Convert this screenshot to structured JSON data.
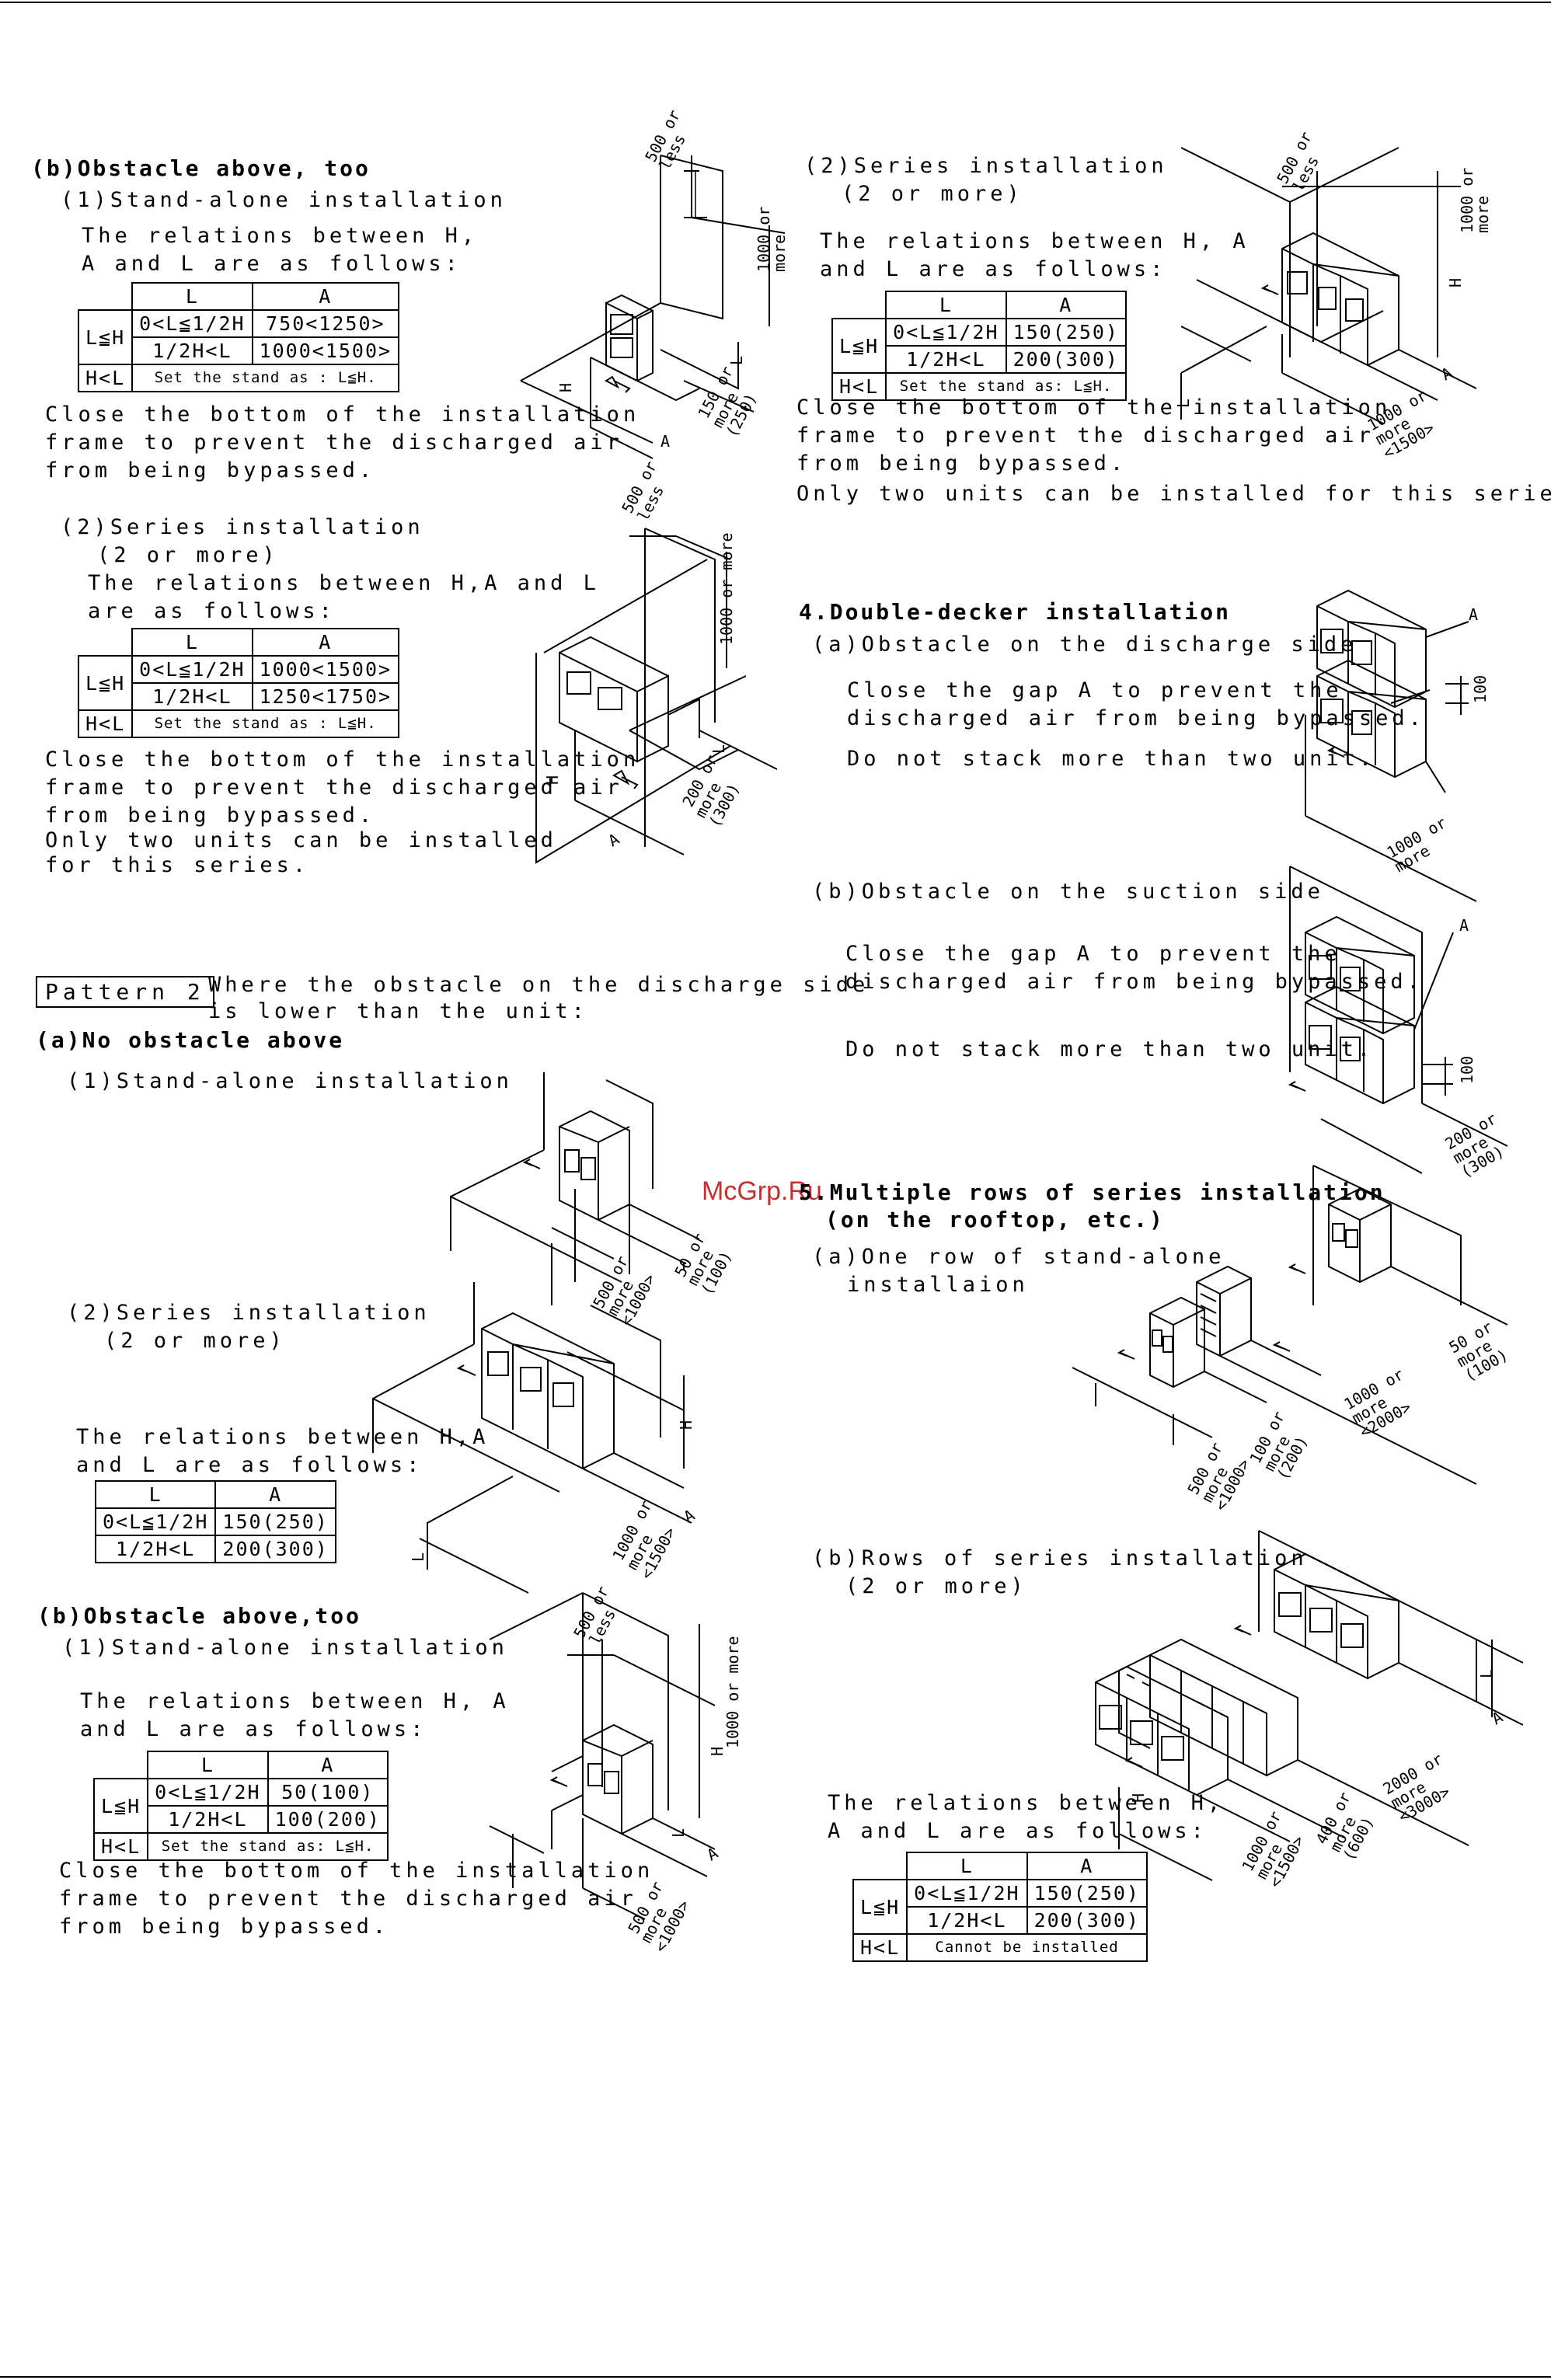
{
  "left": {
    "b1": {
      "heading": "(b)Obstacle above, too",
      "sub1": "(1)Stand-alone installation",
      "rel": [
        "The relations between H,",
        "A and L are as follows:"
      ],
      "table": {
        "h_l": "L",
        "h_a": "A",
        "row_label": "L≦H",
        "r1_l": "0<L≦1/2H",
        "r1_a": "750<1250>",
        "r2_l": "1/2H<L",
        "r2_a": "1000<1500>",
        "r3_label": "H<L",
        "r3_text": "Set the stand as : L≦H."
      },
      "close": [
        "Close the bottom of the installation",
        "frame to prevent the discharged air",
        "from being bypassed."
      ],
      "fig": {
        "lbl1": "500 or",
        "lbl2": "less",
        "lbl3": "1000 or",
        "lbl4": "more",
        "lbl5": "150 or",
        "lbl6": "more",
        "lbl7": "(250)",
        "a": "A",
        "h": "H",
        "l": "L"
      }
    },
    "b2": {
      "sub": "(2)Series installation",
      "sub2": "(2 or more)",
      "rel": [
        "The relations between H,A and L",
        "are as follows:"
      ],
      "table": {
        "h_l": "L",
        "h_a": "A",
        "row_label": "L≦H",
        "r1_l": "0<L≦1/2H",
        "r1_a": "1000<1500>",
        "r2_l": "1/2H<L",
        "r2_a": "1250<1750>",
        "r3_label": "H<L",
        "r3_text": "Set the stand as : L≦H."
      },
      "close": [
        "Close the bottom of the installation",
        "frame to prevent the discharged air",
        "from being bypassed.",
        "Only two units can be installed",
        "for this series."
      ],
      "fig": {
        "lbl1": "500 or",
        "lbl2": "less",
        "lbl3": "1000 or more",
        "lbl5": "200 or",
        "lbl6": "more",
        "lbl7": "(300)",
        "a": "A",
        "h": "H",
        "l": "L"
      }
    },
    "p2": {
      "box": "Pattern 2",
      "desc1": "Where the obstacle on the discharge side",
      "desc2": "is lower than the unit:",
      "heading": "(a)No obstacle above",
      "sub1": "(1)Stand-alone installation",
      "fig1": {
        "a1": "500 or",
        "a2": "more",
        "a3": "<1000>",
        "b1": "50 or",
        "b2": "more",
        "b3": "(100)"
      },
      "sub2": "(2)Series installation",
      "sub2b": "(2 or more)",
      "rel": [
        "The relations between H,A",
        "and L are as follows:"
      ],
      "table": {
        "h_l": "L",
        "h_a": "A",
        "r1_l": "0<L≦1/2H",
        "r1_a": "150(250)",
        "r2_l": "1/2H<L",
        "r2_a": "200(300)"
      },
      "fig2": {
        "a1": "1000 or",
        "a2": "more",
        "a3": "<1500>",
        "h": "H",
        "a": "A",
        "l": "L"
      }
    },
    "b3": {
      "heading": "(b)Obstacle above,too",
      "sub1": "(1)Stand-alone installation",
      "rel": [
        "The  relations between H, A",
        "and L are as follows:"
      ],
      "table": {
        "h_l": "L",
        "h_a": "A",
        "row_label": "L≦H",
        "r1_l": "0<L≦1/2H",
        "r1_a": "50(100)",
        "r2_l": "1/2H<L",
        "r2_a": "100(200)",
        "r3_label": "H<L",
        "r3_text": "Set the stand as: L≦H."
      },
      "close": [
        "Close the bottom of the installation",
        "frame to prevent the discharged air",
        "from being bypassed."
      ],
      "fig": {
        "lbl1": "500 or",
        "lbl2": "less",
        "lbl3": "1000 or more",
        "lbl5": "500 or",
        "lbl6": "more",
        "lbl7": "<1000>",
        "a": "A",
        "h": "H",
        "l": "L"
      }
    }
  },
  "right": {
    "s2": {
      "sub": "(2)Series installation",
      "sub2": "(2 or more)",
      "rel": [
        "The relations between H, A",
        "and L are as follows:"
      ],
      "table": {
        "h_l": "L",
        "h_a": "A",
        "row_label": "L≦H",
        "r1_l": "0<L≦1/2H",
        "r1_a": "150(250)",
        "r2_l": "1/2H<L",
        "r2_a": "200(300)",
        "r3_label": "H<L",
        "r3_text": "Set the stand as: L≦H."
      },
      "close": [
        "Close the bottom of the installation",
        "frame to prevent the discharged air",
        "from being bypassed.",
        "Only two units can be installed for this series."
      ],
      "fig": {
        "lbl1": "500 or",
        "lbl2": "less",
        "lbl3": "1000 or",
        "lbl4": "more",
        "lbl5": "1000 or",
        "lbl6": "more",
        "lbl7": "<1500>",
        "h": "H",
        "a": "A",
        "l": "L"
      }
    },
    "dd": {
      "heading": "4.Double-decker installation",
      "a_head": "(a)Obstacle on the discharge side",
      "a_text": [
        "Close the gap A to prevent the",
        "discharged air from being bypassed."
      ],
      "a_text2": "Do not stack more than two unit.",
      "fig_a": {
        "a": "A",
        "v": "100",
        "m1": "1000 or",
        "m2": "more"
      },
      "b_head": "(b)Obstacle on the suction side",
      "b_text": [
        "Close the gap A to prevent the",
        "discharged air from being bypassed."
      ],
      "b_text2": "Do not stack more than two unit.",
      "fig_b": {
        "a": "A",
        "v": "100",
        "m1": "200 or",
        "m2": "more",
        "m3": "(300)"
      }
    },
    "mr": {
      "heading1": "5.Multiple rows of series installation",
      "heading2": "(on the rooftop, etc.)",
      "a_sub": "(a)One row of stand-alone",
      "a_sub2": "installaion",
      "fig_a": {
        "p1": "500 or",
        "p2": "more",
        "p3": "<1000>",
        "q1": "100 or",
        "q2": "more",
        "q3": "(200)",
        "r1": "1000 or",
        "r2": "more",
        "r3": "<2000>",
        "s1": "50 or",
        "s2": "more",
        "s3": "(100)"
      },
      "b_sub": "(b)Rows of series installation",
      "b_sub2": "(2 or more)",
      "rel": [
        "The relations between H,",
        "A and L are as follows:"
      ],
      "table": {
        "h_l": "L",
        "h_a": "A",
        "row_label": "L≦H",
        "r1_l": "0<L≦1/2H",
        "r1_a": "150(250)",
        "r2_l": "1/2H<L",
        "r2_a": "200(300)",
        "r3_label": "H<L",
        "r3_text": "Cannot be installed"
      },
      "fig_b": {
        "p1": "1000 or",
        "p2": "more",
        "p3": "<1500>",
        "q1": "400 or",
        "q2": "more",
        "q3": "(600)",
        "r1": "2000 or",
        "r2": "more",
        "r3": "<3000>",
        "h": "H",
        "a": "A",
        "l": "L"
      }
    }
  },
  "watermark": "McGrp.Ru"
}
